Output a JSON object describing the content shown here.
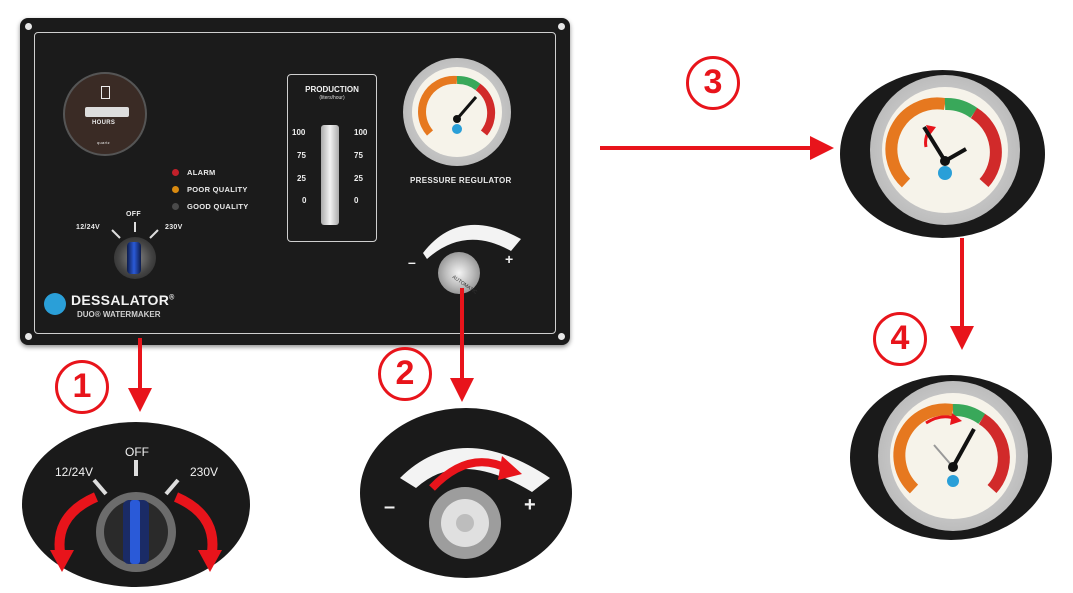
{
  "panel": {
    "hour_meter": {
      "label": "HOURS",
      "brand": "quartz"
    },
    "leds": [
      {
        "label": "ALARM",
        "color": "#c2202a"
      },
      {
        "label": "POOR QUALITY",
        "color": "#d98a10"
      },
      {
        "label": "GOOD QUALITY",
        "color": "#3a3a3a"
      }
    ],
    "switch": {
      "left": "12/24V",
      "top": "OFF",
      "right": "230V"
    },
    "production": {
      "title": "PRODUCTION",
      "subtitle": "(liters/hour)",
      "ticks": [
        "100",
        "75",
        "25",
        "0"
      ]
    },
    "pressure_label": "PRESSURE REGULATOR",
    "knob": {
      "minus": "–",
      "plus": "+",
      "label": "AUTOMATIC"
    },
    "brand": {
      "name": "DESSALATOR",
      "reg": "®",
      "subtitle": "DUO® WATERMAKER"
    }
  },
  "steps": {
    "s1": {
      "number": "1",
      "left": "12/24V",
      "top": "OFF",
      "right": "230V"
    },
    "s2": {
      "number": "2",
      "minus": "–",
      "plus": "+"
    },
    "s3": {
      "number": "3"
    },
    "s4": {
      "number": "4"
    }
  },
  "colors": {
    "arrow": "#e8141b",
    "gauge_orange": "#e6781f",
    "gauge_red": "#d12a2a",
    "gauge_green": "#39a85a",
    "led_blue_lever": "#2a5ad8"
  }
}
